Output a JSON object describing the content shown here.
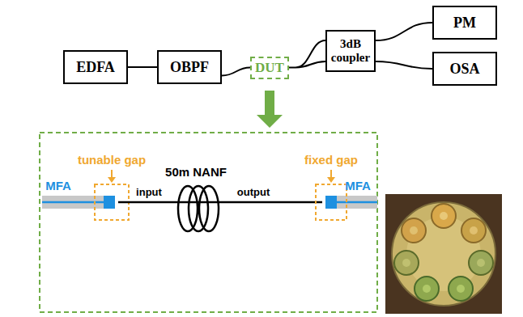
{
  "diagram": {
    "nodes": [
      {
        "text": [
          "EDFA"
        ]
      },
      {
        "text": [
          "OBPF"
        ]
      },
      {
        "text": [
          "DUT"
        ]
      },
      {
        "text": [
          "3dB coupler"
        ]
      },
      {
        "text": [
          "PM"
        ]
      },
      {
        "text": [
          "OSA"
        ]
      }
    ],
    "edges": [
      {
        "from": 0,
        "to": 1,
        "arrow": "none"
      },
      {
        "from": 1,
        "to": 2,
        "arrow": "none"
      },
      {
        "from": 2,
        "to": 3,
        "arrow": "none"
      },
      {
        "from": 3,
        "to": 4,
        "arrow": "none"
      },
      {
        "from": 3,
        "to": 5,
        "arrow": "none"
      }
    ],
    "labels": [
      "50m NANF",
      "tunable gap",
      "fixed gap",
      "MFA",
      "input",
      "output",
      "MFA"
    ]
  }
}
